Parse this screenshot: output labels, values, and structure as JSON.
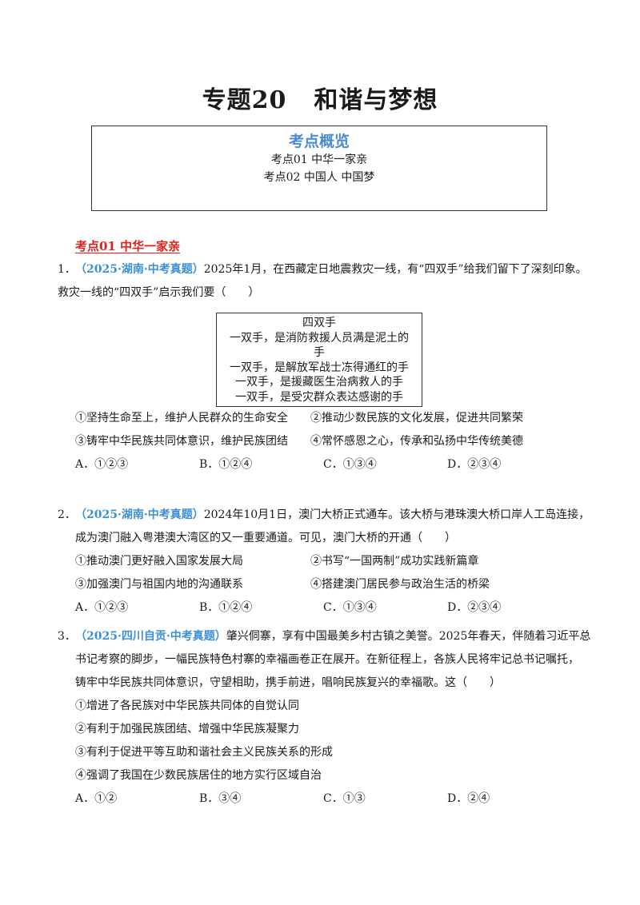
{
  "title": {
    "part1": "专题20",
    "part2": "和谐与梦想"
  },
  "overview": {
    "heading": "考点概览",
    "items": [
      "考点01  中华一家亲",
      "考点02  中国人  中国梦"
    ]
  },
  "section1": {
    "heading": "考点01  中华一家亲"
  },
  "q1": {
    "num": "1．",
    "source": "（2025·湖南·中考真题）",
    "line1": "2025年1月，在西藏定日地震救灾一线，有“四双手”给我们留下了深刻印象。",
    "line2": "救灾一线的“四双手”启示我们要（　　）",
    "quote": {
      "heading": "四双手",
      "lines": [
        "一双手，是消防救援人员满是泥土的",
        "手",
        "一双手，是解放军战士冻得通红的手",
        "一双手，是援藏医生治病救人的手",
        "一双手，是受灾群众表达感谢的手"
      ]
    },
    "stmt1": "①坚持生命至上，维护人民群众的生命安全",
    "stmt2": "②推动少数民族的文化发展，促进共同繁荣",
    "stmt3": "③铸牢中华民族共同体意识，维护民族团结",
    "stmt4": "④常怀感恩之心，传承和弘扬中华传统美德",
    "options": [
      "A．①②③",
      "B．①②④",
      "C．①③④",
      "D．②③④"
    ]
  },
  "q2": {
    "num": "2．",
    "source": "（2025·湖南·中考真题）",
    "line1": "2024年10月1日，澳门大桥正式通车。该大桥与港珠澳大桥口岸人工岛连接，",
    "line2": "成为澳门融入粤港澳大湾区的又一重要通道。可见，澳门大桥的开通（　　）",
    "stmt1": "①推动澳门更好融入国家发展大局",
    "stmt2": "②书写“一国两制”成功实践新篇章",
    "stmt3": "③加强澳门与祖国内地的沟通联系",
    "stmt4": "④搭建澳门居民参与政治生活的桥梁",
    "options": [
      "A．①②③",
      "B．①②④",
      "C．①③④",
      "D．②③④"
    ]
  },
  "q3": {
    "num": "3．",
    "source": "（2025·四川自贡·中考真题）",
    "line1": "肇兴侗寨，享有中国最美乡村古镇之美誉。2025年春天，伴随着习近平总",
    "line2": "书记考察的脚步，一幅民族特色村寨的幸福画卷正在展开。在新征程上，各族人民将牢记总书记嘱托，",
    "line3": "铸牢中华民族共同体意识，守望相助，携手前进，唱响民族复兴的幸福歌。这（　　）",
    "stmts": [
      "①增进了各民族对中华民族共同体的自觉认同",
      "②有利于加强民族团结、增强中华民族凝聚力",
      "③有利于促进平等互助和谐社会主义民族关系的形成",
      "④强调了我国在少数民族居住的地方实行区域自治"
    ],
    "options": [
      "A．①②",
      "B．③④",
      "C．①③",
      "D．②④"
    ]
  }
}
